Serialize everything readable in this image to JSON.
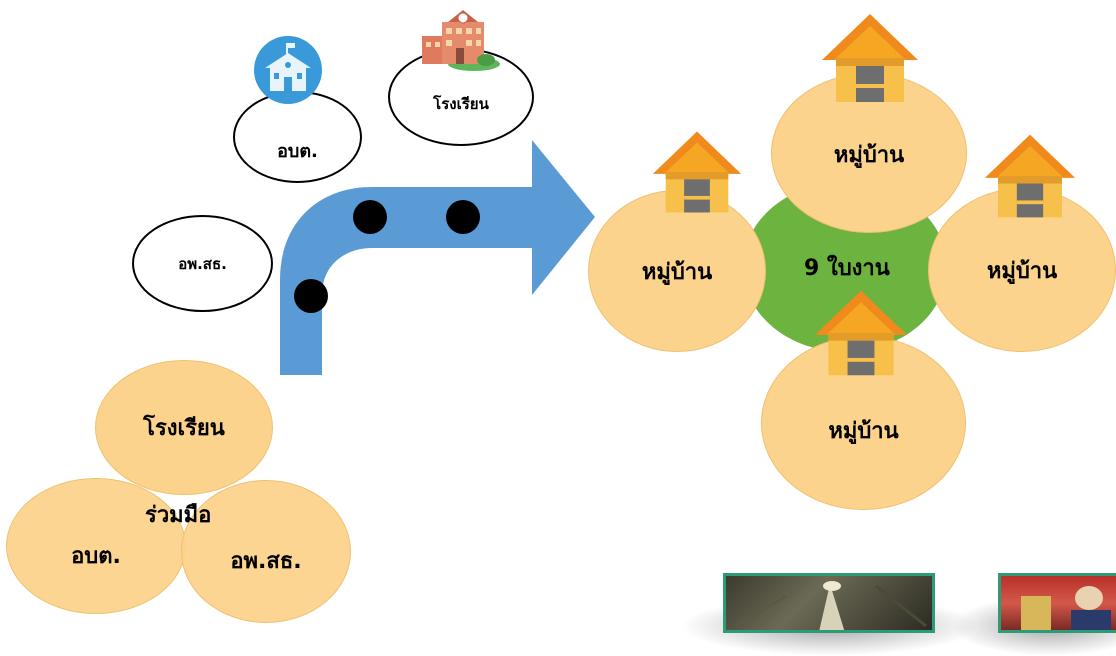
{
  "top_circles": {
    "abt": "อบต.",
    "school": "โรงเรียน",
    "aws": "อพ.สธ."
  },
  "venn": {
    "school": "โรงเรียน",
    "center": "ร่วมมือ",
    "abt": "อบต.",
    "aws": "อพ.สธ."
  },
  "cluster": {
    "center": "9 ใบงาน",
    "village_top": "หมู่บ้าน",
    "village_left": "หมู่บ้าน",
    "village_right": "หมู่บ้าน",
    "village_bottom": "หมู่บ้าน"
  },
  "icons": [
    "school-building-icon",
    "school-icon",
    "house-icon"
  ],
  "colors": {
    "arrow": "#5b9bd5",
    "peach": "#fcd38c",
    "green_center": "#6cb33f",
    "photo_border": "#2e9b78"
  }
}
